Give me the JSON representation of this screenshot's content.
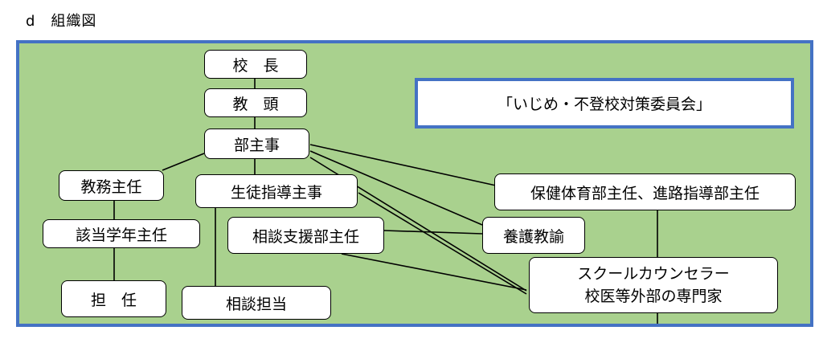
{
  "heading": "d　組織図",
  "committee": "「いじめ・不登校対策委員会」",
  "nodes": {
    "principal": "校　長",
    "vice_principal": "教　頭",
    "dept_head": "部主事",
    "academic_affairs": "教務主任",
    "student_guidance": "生徒指導主事",
    "health_career": "保健体育部主任、進路指導部主任",
    "grade_head": "該当学年主任",
    "counseling_support": "相談支援部主任",
    "school_nurse": "養護教諭",
    "counselor_line1": "スクールカウンセラー",
    "counselor_line2": "校医等外部の専門家",
    "homeroom": "担　任",
    "counselor_staff": "相談担当"
  },
  "colors": {
    "panel_bg": "#a9d18e",
    "panel_border": "#4472c4",
    "box_bg": "#ffffff"
  }
}
